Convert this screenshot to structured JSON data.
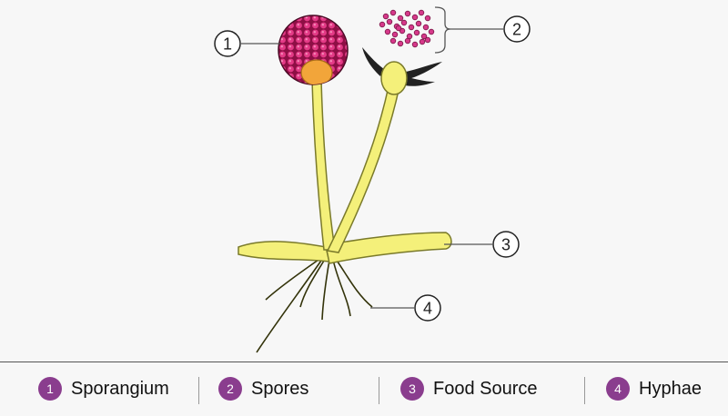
{
  "callouts": [
    {
      "number": "1"
    },
    {
      "number": "2"
    },
    {
      "number": "3"
    },
    {
      "number": "4"
    }
  ],
  "legend": [
    {
      "number": "1",
      "label": "Sporangium"
    },
    {
      "number": "2",
      "label": "Spores"
    },
    {
      "number": "3",
      "label": "Food Source"
    },
    {
      "number": "4",
      "label": "Hyphae"
    }
  ],
  "colors": {
    "hyphae_fill": "#f4f07a",
    "hyphae_stroke": "#7a7a2a",
    "sporangium": "#cc1f6e",
    "columella": "#f2a53a",
    "spores": "#d6398a",
    "badge": "#8a3d8e"
  }
}
